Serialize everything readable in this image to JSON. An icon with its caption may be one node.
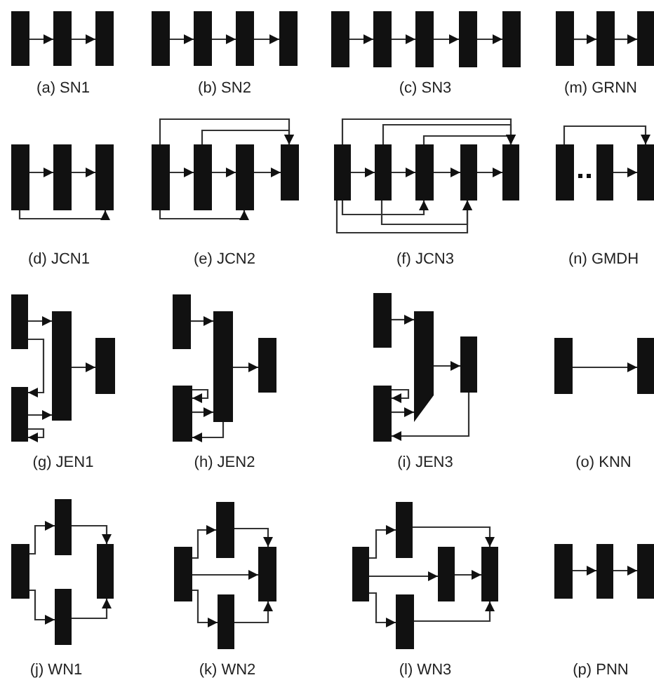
{
  "diagram": {
    "nodes": [
      {
        "text": [],
        "shape": "bar"
      },
      {
        "text": [],
        "shape": "bar"
      },
      {
        "text": [],
        "shape": "bar"
      },
      {
        "text": [],
        "shape": "bar"
      },
      {
        "text": [],
        "shape": "bar"
      },
      {
        "text": [],
        "shape": "bar"
      },
      {
        "text": [],
        "shape": "bar"
      },
      {
        "text": [],
        "shape": "bar"
      },
      {
        "text": [],
        "shape": "bar"
      },
      {
        "text": [],
        "shape": "bar"
      },
      {
        "text": [],
        "shape": "bar"
      },
      {
        "text": [],
        "shape": "bar"
      },
      {
        "text": [],
        "shape": "bar"
      },
      {
        "text": [],
        "shape": "bar"
      },
      {
        "text": [],
        "shape": "bar"
      },
      {
        "text": [],
        "shape": "bar"
      },
      {
        "text": [],
        "shape": "bar"
      },
      {
        "text": [],
        "shape": "bar"
      },
      {
        "text": [],
        "shape": "bar"
      },
      {
        "text": [],
        "shape": "bar"
      },
      {
        "text": [],
        "shape": "bar"
      },
      {
        "text": [],
        "shape": "bar"
      },
      {
        "text": [],
        "shape": "bar"
      },
      {
        "text": [],
        "shape": "bar"
      },
      {
        "text": [],
        "shape": "bar"
      },
      {
        "text": [],
        "shape": "bar"
      },
      {
        "text": [],
        "shape": "bar"
      },
      {
        "text": [],
        "shape": "bar"
      },
      {
        "text": [],
        "shape": "bar"
      },
      {
        "text": [],
        "shape": "bar"
      },
      {
        "text": [],
        "shape": "bar"
      },
      {
        "text": [],
        "shape": "bar"
      },
      {
        "text": [],
        "shape": "bar"
      },
      {
        "text": [],
        "shape": "bar"
      },
      {
        "text": [],
        "shape": "bar"
      },
      {
        "text": [],
        "shape": "bar"
      },
      {
        "text": [],
        "shape": "bar"
      },
      {
        "text": [],
        "shape": "bar"
      },
      {
        "text": [],
        "shape": "bar"
      },
      {
        "text": [],
        "shape": "bar"
      },
      {
        "text": [],
        "shape": "bar"
      },
      {
        "text": [],
        "shape": "bar"
      },
      {
        "text": [],
        "shape": "bar"
      },
      {
        "text": [],
        "shape": "bar"
      },
      {
        "text": [],
        "shape": "bar"
      },
      {
        "text": [],
        "shape": "bar"
      },
      {
        "text": [],
        "shape": "bar"
      },
      {
        "text": [],
        "shape": "bar"
      },
      {
        "text": [],
        "shape": "bar"
      },
      {
        "text": [],
        "shape": "bar"
      },
      {
        "text": [],
        "shape": "bar"
      },
      {
        "text": [],
        "shape": "bar"
      },
      {
        "text": [],
        "shape": "bar"
      },
      {
        "text": [],
        "shape": "bar"
      },
      {
        "text": [],
        "shape": "bar"
      },
      {
        "text": [],
        "shape": "bar"
      },
      {
        "text": [],
        "shape": "bar"
      },
      {
        "text": [],
        "shape": "bar"
      },
      {
        "text": [],
        "shape": "bar"
      },
      {
        "text": [],
        "shape": "bar"
      }
    ],
    "edges": [
      {
        "from": 0,
        "to": 1,
        "arrow": "to"
      },
      {
        "from": 1,
        "to": 2,
        "arrow": "to"
      },
      {
        "from": 3,
        "to": 4,
        "arrow": "to"
      },
      {
        "from": 4,
        "to": 5,
        "arrow": "to"
      },
      {
        "from": 5,
        "to": 6,
        "arrow": "to"
      },
      {
        "from": 7,
        "to": 8,
        "arrow": "to"
      },
      {
        "from": 8,
        "to": 9,
        "arrow": "to"
      },
      {
        "from": 9,
        "to": 10,
        "arrow": "to"
      },
      {
        "from": 10,
        "to": 11,
        "arrow": "to"
      },
      {
        "from": 12,
        "to": 13,
        "arrow": "to"
      },
      {
        "from": 13,
        "to": 14,
        "arrow": "to"
      },
      {
        "from": 15,
        "to": 16,
        "arrow": "to"
      },
      {
        "from": 16,
        "to": 17,
        "arrow": "to"
      },
      {
        "from": 15,
        "to": 17,
        "arrow": "to"
      },
      {
        "from": 18,
        "to": 19,
        "arrow": "to"
      },
      {
        "from": 19,
        "to": 20,
        "arrow": "to"
      },
      {
        "from": 20,
        "to": 21,
        "arrow": "to"
      },
      {
        "from": 18,
        "to": 21,
        "arrow": "to"
      },
      {
        "from": 19,
        "to": 21,
        "arrow": "to"
      },
      {
        "from": 18,
        "to": 20,
        "arrow": "to"
      },
      {
        "from": 22,
        "to": 23,
        "arrow": "to"
      },
      {
        "from": 23,
        "to": 24,
        "arrow": "to"
      },
      {
        "from": 24,
        "to": 25,
        "arrow": "to"
      },
      {
        "from": 25,
        "to": 26,
        "arrow": "to"
      },
      {
        "from": 22,
        "to": 26,
        "arrow": "to"
      },
      {
        "from": 23,
        "to": 26,
        "arrow": "to"
      },
      {
        "from": 24,
        "to": 26,
        "arrow": "to"
      },
      {
        "from": 22,
        "to": 24,
        "arrow": "to"
      },
      {
        "from": 23,
        "to": 25,
        "arrow": "to"
      },
      {
        "from": 22,
        "to": 25,
        "arrow": "to"
      },
      {
        "from": 28,
        "to": 29,
        "arrow": "to"
      },
      {
        "from": 27,
        "to": 29,
        "arrow": "to"
      },
      {
        "from": 30,
        "to": 31,
        "arrow": "to"
      },
      {
        "from": 30,
        "to": 33,
        "arrow": "to"
      },
      {
        "from": 31,
        "to": 32,
        "arrow": "to"
      },
      {
        "from": 33,
        "to": 31,
        "arrow": "to"
      },
      {
        "from": 33,
        "to": 33,
        "arrow": "to"
      },
      {
        "from": 34,
        "to": 35,
        "arrow": "to"
      },
      {
        "from": 35,
        "to": 36,
        "arrow": "to"
      },
      {
        "from": 37,
        "to": 37,
        "arrow": "to"
      },
      {
        "from": 37,
        "to": 35,
        "arrow": "to"
      },
      {
        "from": 35,
        "to": 37,
        "arrow": "to"
      },
      {
        "from": 38,
        "to": 39,
        "arrow": "to"
      },
      {
        "from": 39,
        "to": 40,
        "arrow": "to"
      },
      {
        "from": 41,
        "to": 41,
        "arrow": "to"
      },
      {
        "from": 41,
        "to": 39,
        "arrow": "to"
      },
      {
        "from": 40,
        "to": 41,
        "arrow": "to"
      },
      {
        "from": 42,
        "to": 43,
        "arrow": "to"
      },
      {
        "from": 44,
        "to": 45,
        "arrow": "to"
      },
      {
        "from": 44,
        "to": 46,
        "arrow": "to"
      },
      {
        "from": 45,
        "to": 47,
        "arrow": "to"
      },
      {
        "from": 46,
        "to": 47,
        "arrow": "to"
      },
      {
        "from": 48,
        "to": 49,
        "arrow": "to"
      },
      {
        "from": 48,
        "to": 51,
        "arrow": "to"
      },
      {
        "from": 48,
        "to": 50,
        "arrow": "to"
      },
      {
        "from": 49,
        "to": 51,
        "arrow": "to"
      },
      {
        "from": 50,
        "to": 51,
        "arrow": "to"
      },
      {
        "from": 52,
        "to": 53,
        "arrow": "to"
      },
      {
        "from": 52,
        "to": 55,
        "arrow": "to"
      },
      {
        "from": 52,
        "to": 54,
        "arrow": "to"
      },
      {
        "from": 53,
        "to": 56,
        "arrow": "to"
      },
      {
        "from": 55,
        "to": 56,
        "arrow": "to"
      },
      {
        "from": 54,
        "to": 56,
        "arrow": "to"
      },
      {
        "from": 57,
        "to": 58,
        "arrow": "to"
      },
      {
        "from": 58,
        "to": 59,
        "arrow": "to"
      }
    ],
    "labels": [
      "(a) SN1",
      "(b) SN2",
      "(c) SN3",
      "(m) GRNN",
      "(d) JCN1",
      "(e) JCN2",
      "(f) JCN3",
      "(n) GMDH",
      "(g) JEN1",
      "(h) JEN2",
      "(i) JEN3",
      "(o) KNN",
      "(j) WN1",
      "(k) WN2",
      "(l) WN3",
      "(p) PNN"
    ]
  }
}
